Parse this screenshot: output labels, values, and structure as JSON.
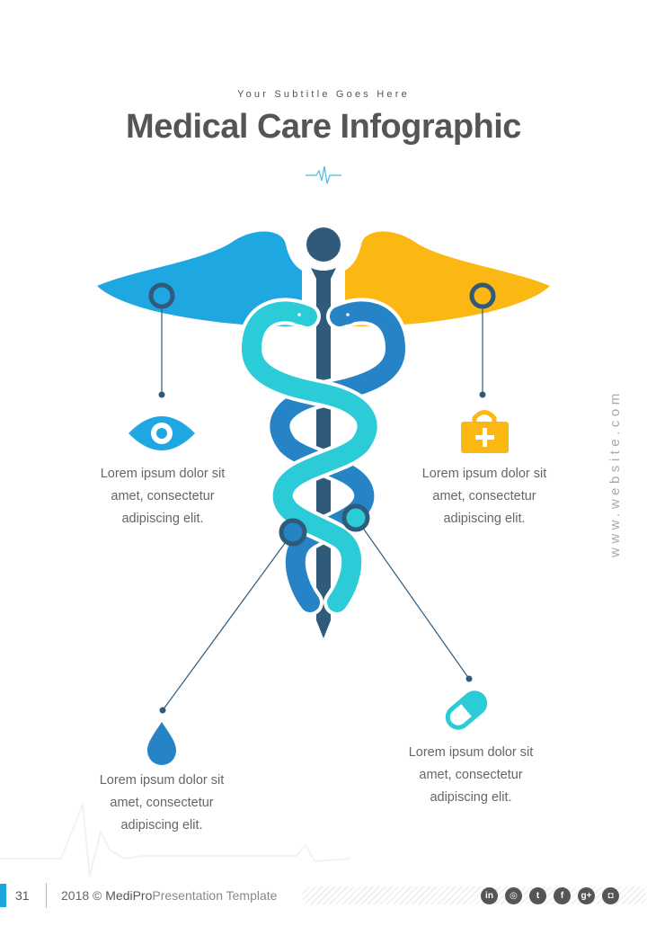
{
  "header": {
    "subtitle": "Your Subtitle Goes Here",
    "title": "Medical Care Infographic"
  },
  "colors": {
    "blue_wing": "#1fa7e1",
    "yellow_wing": "#fbb812",
    "teal_snake": "#2ccbd8",
    "blue_snake": "#2583c6",
    "staff": "#2f5a7a",
    "text": "#666666"
  },
  "items": [
    {
      "icon": "eye-icon",
      "color": "#1fa7e1",
      "text_line1": "Lorem ipsum dolor sit",
      "text_line2": "amet, consectetur",
      "text_line3": "adipiscing elit."
    },
    {
      "icon": "medical-kit-icon",
      "color": "#fbb812",
      "text_line1": "Lorem ipsum dolor sit",
      "text_line2": "amet, consectetur",
      "text_line3": "adipiscing elit."
    },
    {
      "icon": "drop-icon",
      "color": "#2583c6",
      "text_line1": "Lorem ipsum dolor sit",
      "text_line2": "amet, consectetur",
      "text_line3": "adipiscing elit."
    },
    {
      "icon": "pill-icon",
      "color": "#2ccbd8",
      "text_line1": "Lorem ipsum dolor sit",
      "text_line2": "amet, consectetur",
      "text_line3": "adipiscing elit."
    }
  ],
  "side": {
    "url": "www.website.com"
  },
  "footer": {
    "page_number": "31",
    "year_copy": "2018 ©",
    "brand": "MediPro",
    "rest": "Presentation Template",
    "socials": [
      {
        "name": "linkedin",
        "glyph": "in"
      },
      {
        "name": "dribbble",
        "glyph": "◎"
      },
      {
        "name": "twitter",
        "glyph": "t"
      },
      {
        "name": "facebook",
        "glyph": "f"
      },
      {
        "name": "google-plus",
        "glyph": "g+"
      },
      {
        "name": "instagram",
        "glyph": "◘"
      }
    ]
  }
}
